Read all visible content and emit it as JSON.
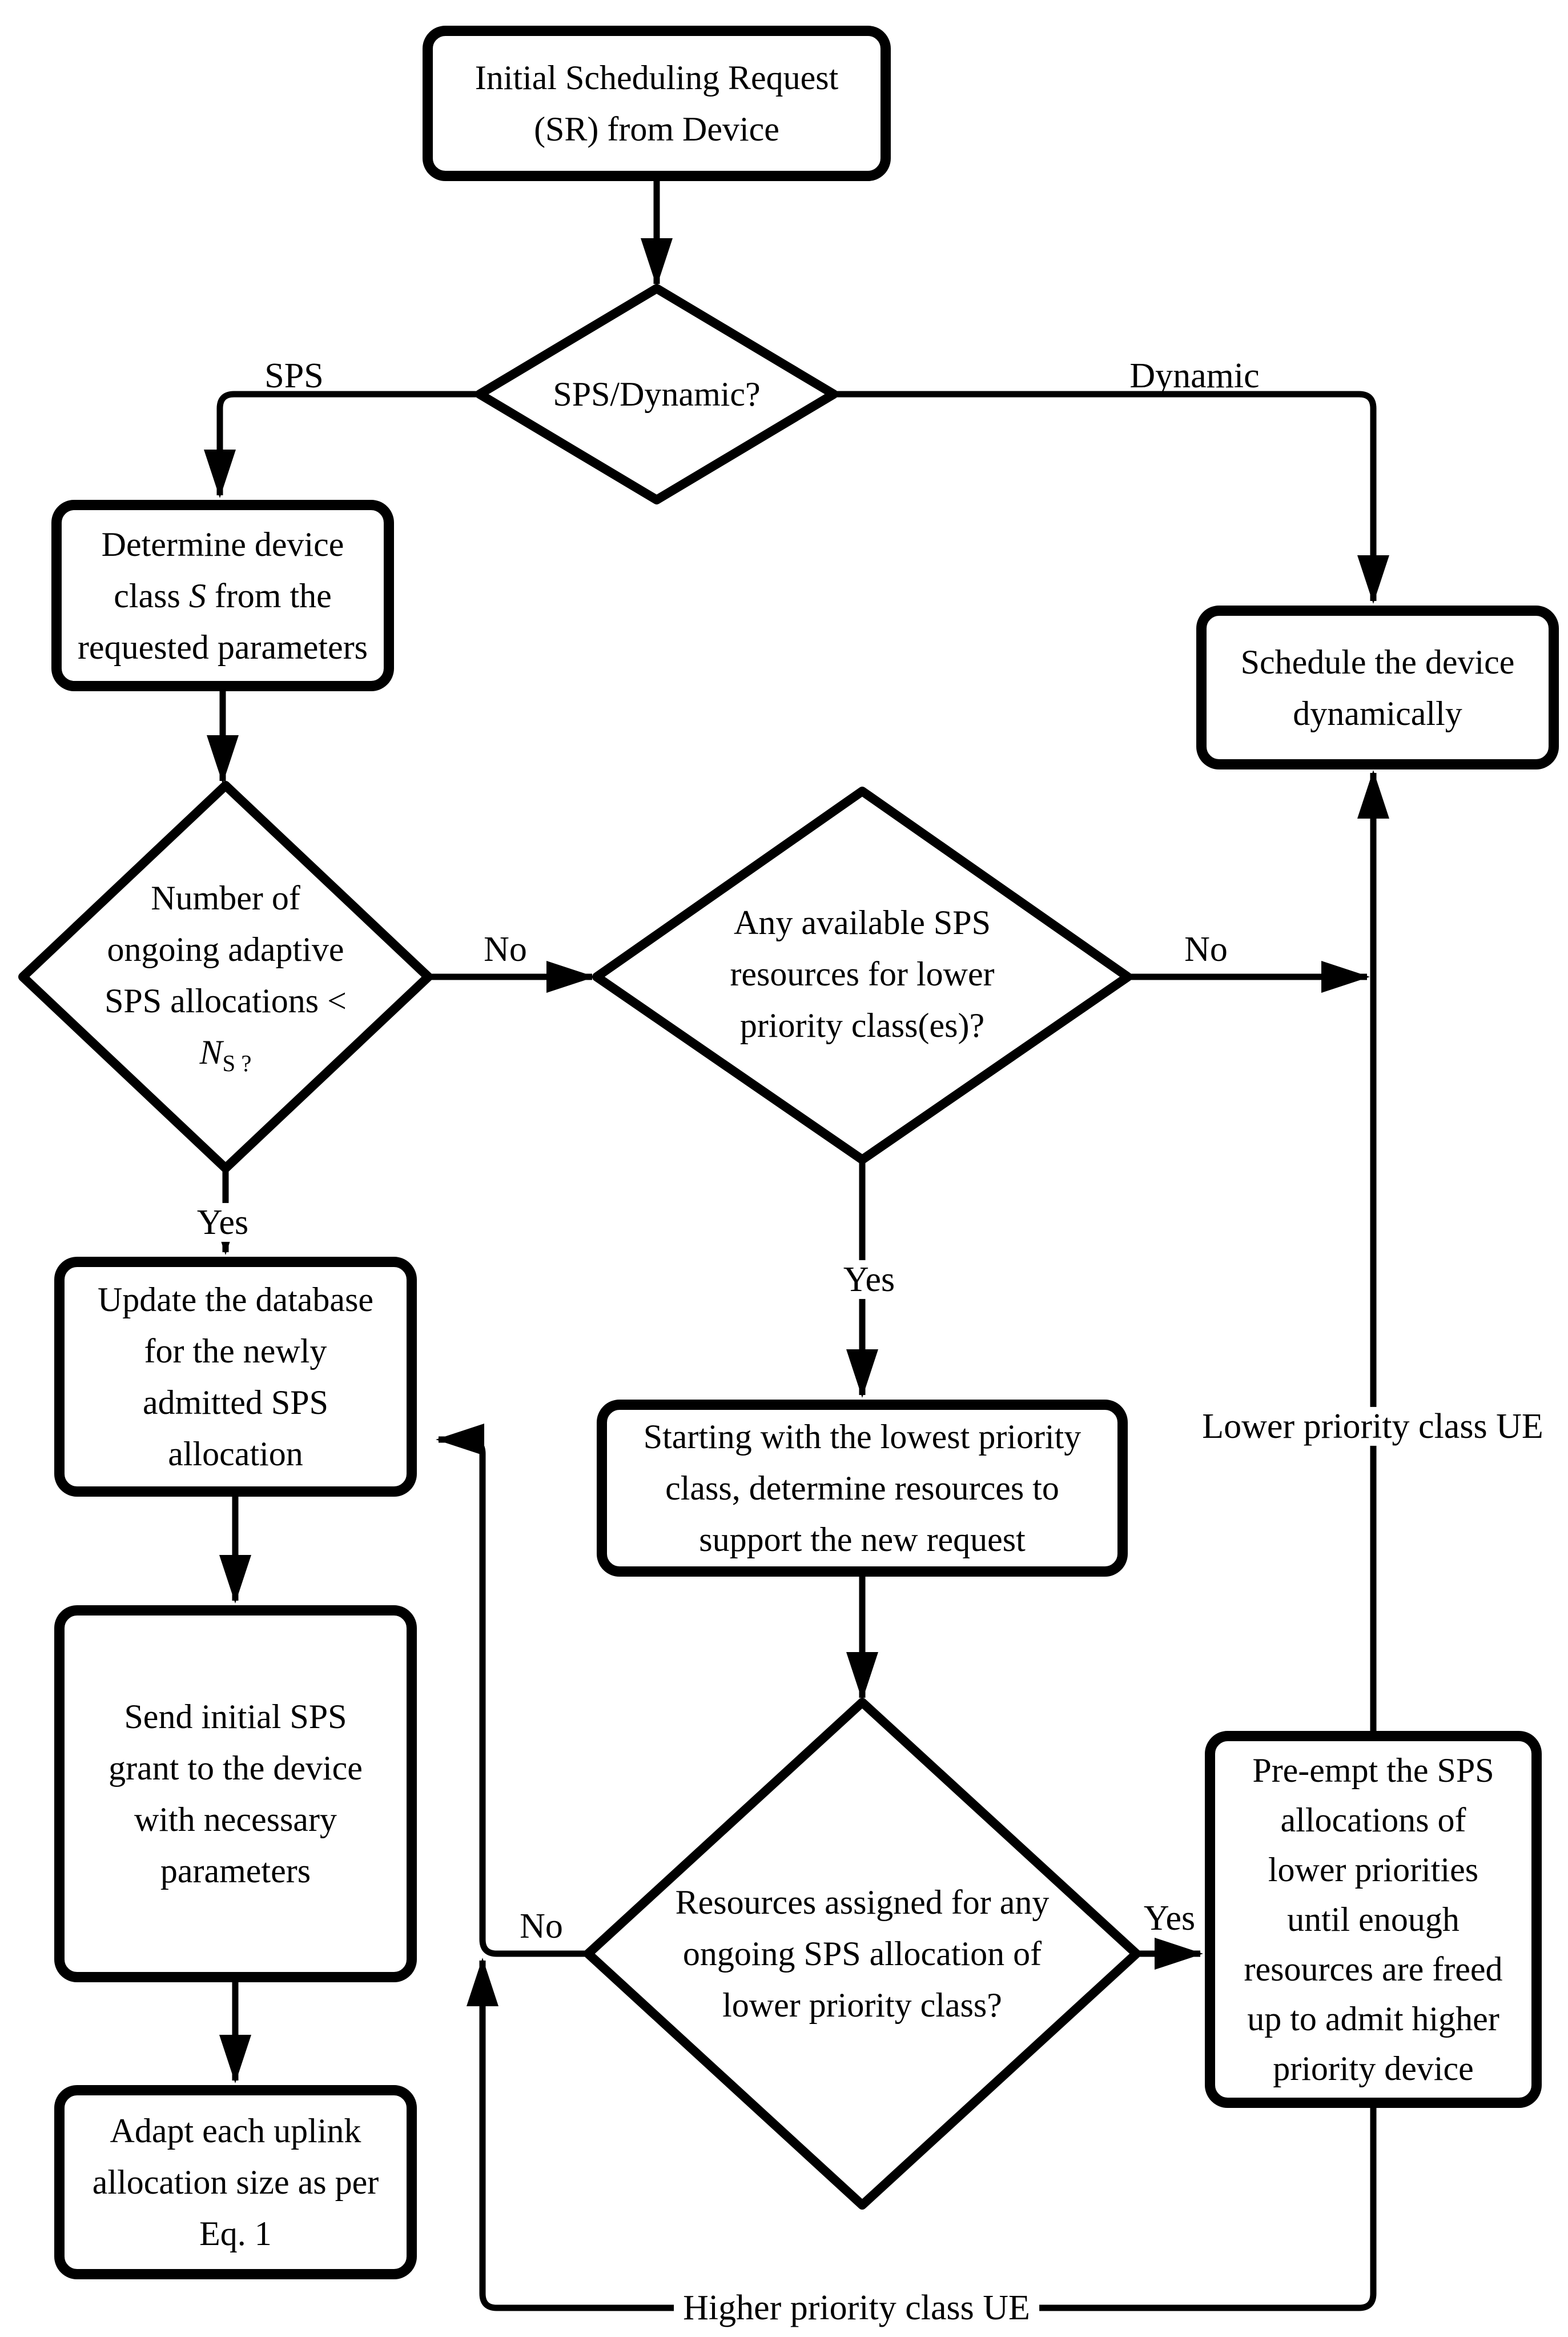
{
  "figure": {
    "type": "flowchart",
    "background": "#ffffff",
    "line_color": "#000000",
    "text_color": "#000000"
  },
  "nodes": {
    "start": "Initial Scheduling Request\n(SR) from Device",
    "sps_dynamic_q": "SPS/Dynamic?",
    "determine_class": {
      "l1": "Determine device",
      "l2a": "class ",
      "l2b": "S",
      "l2c": " from the",
      "l3": "requested parameters"
    },
    "schedule_dynamic": "Schedule the device\ndynamically",
    "ongoing_q": {
      "head": "Number of\nongoing adaptive\nSPS allocations <",
      "var": "N",
      "sub": "S ?"
    },
    "available_q": "Any available SPS\nresources for lower\npriority class(es)?",
    "update_db": "Update the database\nfor the newly\nadmitted SPS\nallocation",
    "start_lowest": "Starting with the lowest priority\nclass, determine resources to\nsupport the new request",
    "send_grant": "Send initial SPS\ngrant to the device\nwith necessary\nparameters",
    "assigned_q": "Resources assigned for any\nongoing SPS allocation of\nlower priority class?",
    "preempt": "Pre-empt the SPS\nallocations of\nlower priorities\nuntil enough\nresources are freed\nup to admit higher\npriority device",
    "adapt": "Adapt each uplink\nallocation size as per\nEq. 1"
  },
  "edge_labels": {
    "sps": "SPS",
    "dynamic": "Dynamic",
    "ongoing_no": "No",
    "ongoing_yes": "Yes",
    "available_no": "No",
    "available_yes": "Yes",
    "assigned_no": "No",
    "assigned_yes": "Yes",
    "lower_ue": "Lower priority class UE",
    "higher_ue": "Higher priority class UE"
  }
}
